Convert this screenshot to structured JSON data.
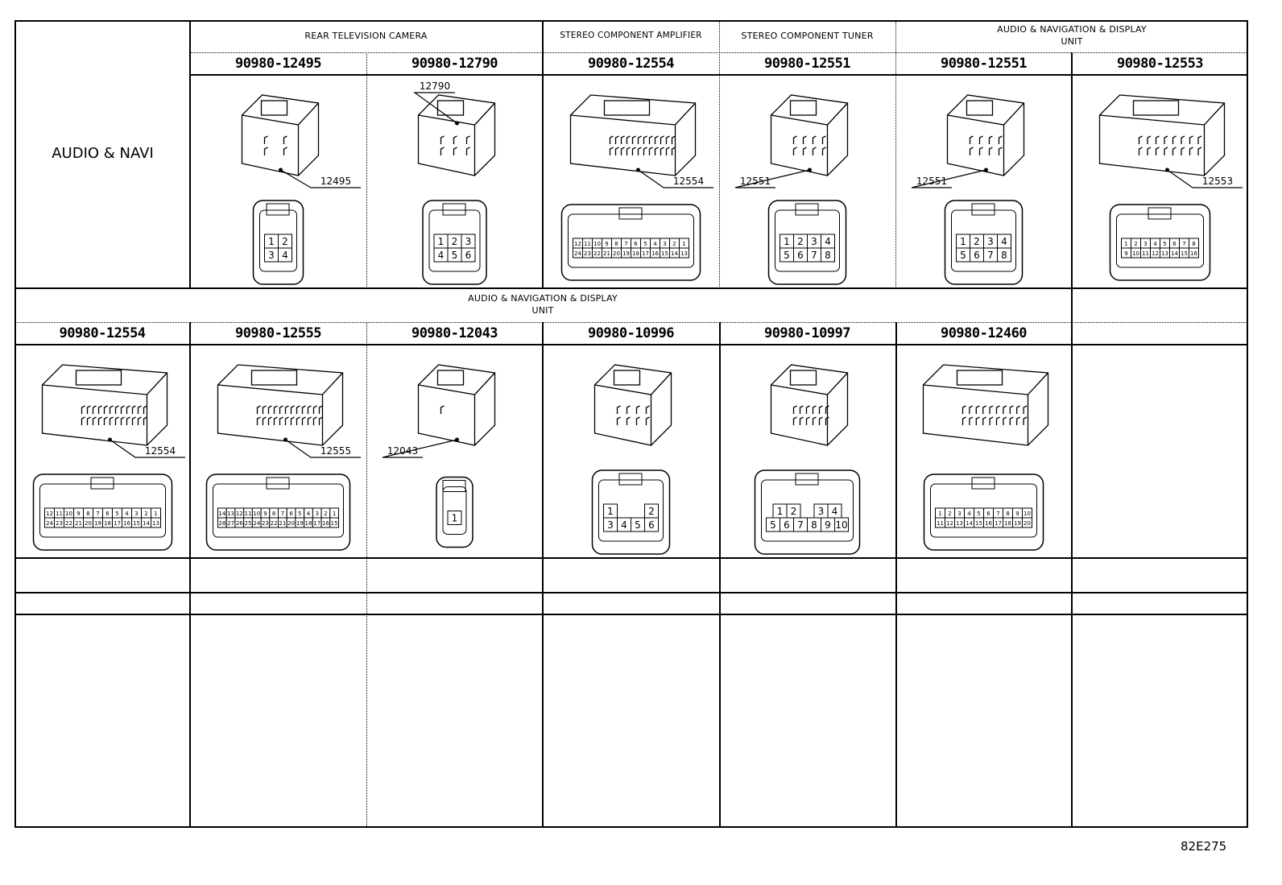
{
  "side_label": "AUDIO & NAVI",
  "figure_code": "82E275",
  "row1": {
    "groups": [
      {
        "title": "REAR TELEVISION CAMERA"
      },
      {
        "title": "STEREO COMPONENT AMPLIFIER"
      },
      {
        "title": "STEREO COMPONENT TUNER"
      },
      {
        "title_line1": "AUDIO & NAVIGATION & DISPLAY",
        "title_line2": "UNIT"
      }
    ],
    "connectors": [
      {
        "part": "90980-12495",
        "callout": "12495",
        "callout_side": "right",
        "pins": [
          [
            "1",
            "2"
          ],
          [
            "3",
            "4"
          ]
        ]
      },
      {
        "part": "90980-12790",
        "callout": "12790",
        "callout_side": "top",
        "pins": [
          [
            "1",
            "2",
            "3"
          ],
          [
            "4",
            "5",
            "6"
          ]
        ]
      },
      {
        "part": "90980-12554",
        "callout": "12554",
        "callout_side": "right",
        "pins": [
          [
            "12",
            "11",
            "10",
            "9",
            "8",
            "7",
            "6",
            "5",
            "4",
            "3",
            "2",
            "1"
          ],
          [
            "24",
            "23",
            "22",
            "21",
            "20",
            "19",
            "18",
            "17",
            "16",
            "15",
            "14",
            "13"
          ]
        ]
      },
      {
        "part": "90980-12551",
        "callout": "12551",
        "callout_side": "left",
        "pins": [
          [
            "1",
            "2",
            "3",
            "4"
          ],
          [
            "5",
            "6",
            "7",
            "8"
          ]
        ]
      },
      {
        "part": "90980-12551",
        "callout": "12551",
        "callout_side": "left",
        "pins": [
          [
            "1",
            "2",
            "3",
            "4"
          ],
          [
            "5",
            "6",
            "7",
            "8"
          ]
        ]
      },
      {
        "part": "90980-12553",
        "callout": "12553",
        "callout_side": "right",
        "pins": [
          [
            "1",
            "2",
            "3",
            "4",
            "5",
            "6",
            "7",
            "8"
          ],
          [
            "9",
            "10",
            "11",
            "12",
            "13",
            "14",
            "15",
            "16"
          ]
        ]
      }
    ]
  },
  "row2": {
    "group": {
      "title_line1": "AUDIO & NAVIGATION & DISPLAY",
      "title_line2": "UNIT"
    },
    "connectors": [
      {
        "part": "90980-12554",
        "callout": "12554",
        "callout_side": "right",
        "pins": [
          [
            "12",
            "11",
            "10",
            "9",
            "8",
            "7",
            "6",
            "5",
            "4",
            "3",
            "2",
            "1"
          ],
          [
            "24",
            "23",
            "22",
            "21",
            "20",
            "19",
            "18",
            "17",
            "16",
            "15",
            "14",
            "13"
          ]
        ]
      },
      {
        "part": "90980-12555",
        "callout": "12555",
        "callout_side": "right",
        "pins": [
          [
            "14",
            "13",
            "12",
            "11",
            "10",
            "9",
            "8",
            "7",
            "6",
            "5",
            "4",
            "3",
            "2",
            "1"
          ],
          [
            "28",
            "27",
            "26",
            "25",
            "24",
            "23",
            "22",
            "21",
            "20",
            "19",
            "18",
            "17",
            "16",
            "15"
          ]
        ]
      },
      {
        "part": "90980-12043",
        "callout": "12043",
        "callout_side": "left",
        "pins": [
          [
            "1"
          ]
        ]
      },
      {
        "part": "90980-10996",
        "callout": "",
        "callout_side": "none",
        "pins": [
          [
            "1",
            "",
            "",
            "2"
          ],
          [
            "3",
            "4",
            "5",
            "6"
          ]
        ]
      },
      {
        "part": "90980-10997",
        "callout": "",
        "callout_side": "none",
        "pins": [
          [
            "1",
            "2",
            "",
            "3",
            "4"
          ],
          [
            "5",
            "6",
            "7",
            "8",
            "9",
            "10"
          ]
        ]
      },
      {
        "part": "90980-12460",
        "callout": "",
        "callout_side": "none",
        "pins": [
          [
            "1",
            "2",
            "3",
            "4",
            "5",
            "6",
            "7",
            "8",
            "9",
            "10"
          ],
          [
            "11",
            "12",
            "13",
            "14",
            "15",
            "16",
            "17",
            "18",
            "19",
            "20"
          ]
        ]
      }
    ]
  }
}
